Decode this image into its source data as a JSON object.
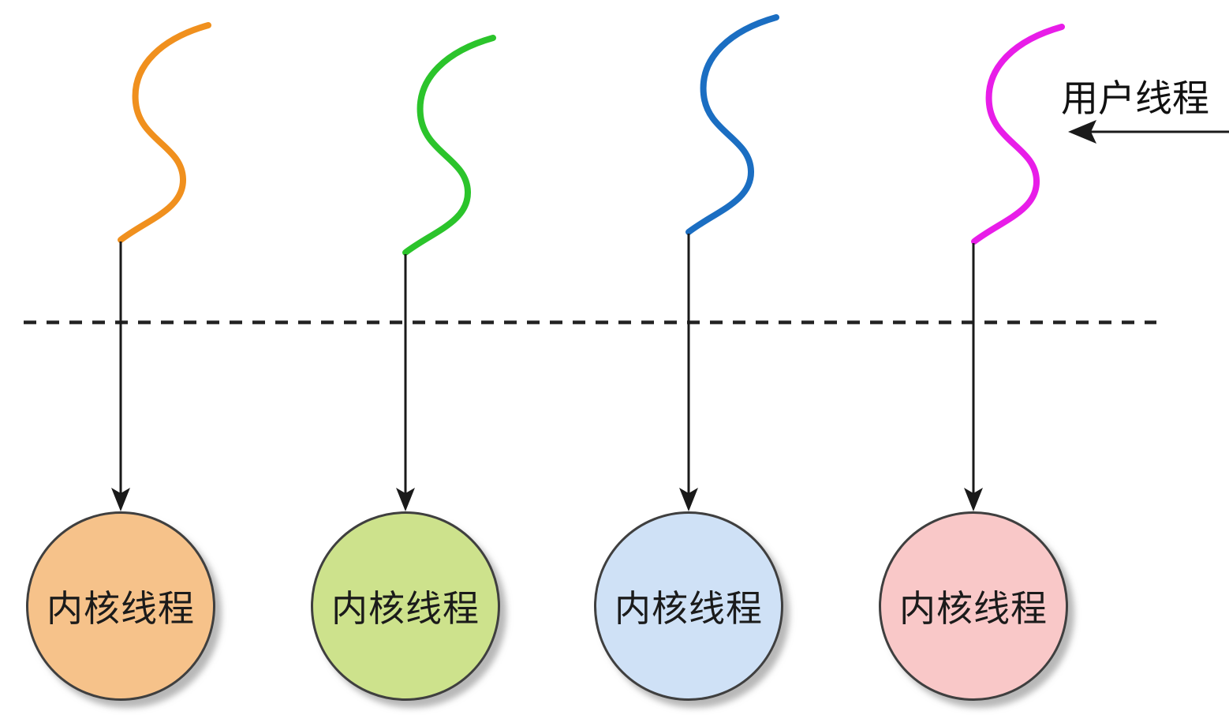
{
  "annotation": {
    "label": "用户线程"
  },
  "user_threads": [
    {
      "id": "user-thread-1",
      "color": "#f0901e"
    },
    {
      "id": "user-thread-2",
      "color": "#2bc42b"
    },
    {
      "id": "user-thread-3",
      "color": "#1b6ec2"
    },
    {
      "id": "user-thread-4",
      "color": "#e81de8"
    }
  ],
  "kernel_threads": [
    {
      "label": "内核线程",
      "fill": "#f6c28a"
    },
    {
      "label": "内核线程",
      "fill": "#cde28c"
    },
    {
      "label": "内核线程",
      "fill": "#cfe1f6"
    },
    {
      "label": "内核线程",
      "fill": "#f9c8c8"
    }
  ],
  "divider": {
    "style": "dashed",
    "color": "#222222"
  },
  "colors": {
    "arrow": "#1a1a1a",
    "text": "#1b1b1b",
    "circle_border": "#3f3f3f",
    "background": "#ffffff"
  }
}
